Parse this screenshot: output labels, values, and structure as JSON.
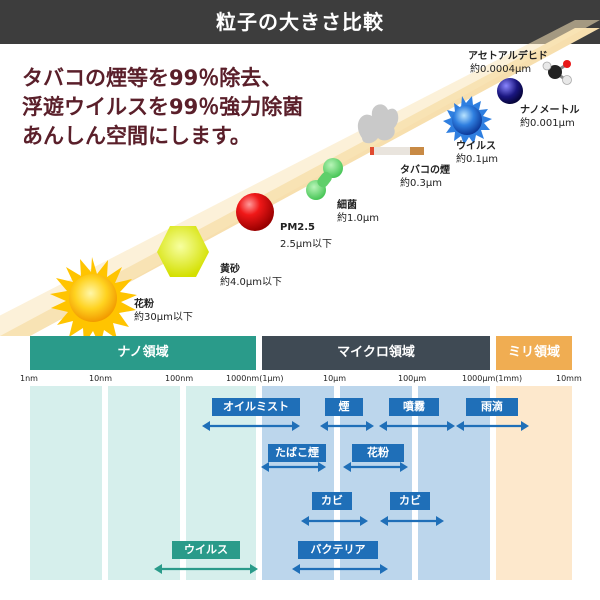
{
  "title": "粒子の大きさ比較",
  "headline": [
    "タバコの煙等を99％除去、",
    "浮遊ウイルスを99％強力除菌",
    "あんしん空間にします。"
  ],
  "particles": [
    {
      "name": "アセトアルデヒド",
      "size": "約0.0004μm"
    },
    {
      "name": "ナノメートル",
      "size": "約0.001μm"
    },
    {
      "name": "ウイルス",
      "size": "約0.1μm"
    },
    {
      "name": "タバコの煙",
      "size": "約0.3μm"
    },
    {
      "name": "細菌",
      "size": "約1.0μm"
    },
    {
      "name": "PM2.5",
      "size": "2.5μm以下"
    },
    {
      "name": "黄砂",
      "size": "約4.0μm以下"
    },
    {
      "name": "花粉",
      "size": "約30μm以下"
    }
  ],
  "ranges": [
    {
      "label": "ナノ領域",
      "color": "#2a9b8a"
    },
    {
      "label": "マイクロ領域",
      "color": "#3f4a54"
    },
    {
      "label": "ミリ領域",
      "color": "#f0ad52"
    }
  ],
  "ticks": [
    "1nm",
    "10nm",
    "100nm",
    "1000nm(1μm)",
    "10μm",
    "100μm",
    "1000μm(1mm)",
    "10mm"
  ],
  "items": [
    {
      "label": "オイルミスト"
    },
    {
      "label": "煙"
    },
    {
      "label": "噴霧"
    },
    {
      "label": "雨滴"
    },
    {
      "label": "たばこ煙"
    },
    {
      "label": "花粉"
    },
    {
      "label": "カビ"
    },
    {
      "label": "カビ"
    },
    {
      "label": "ウイルス"
    },
    {
      "label": "バクテリア"
    }
  ],
  "colors": {
    "title_bg": "#3d3d3d",
    "headline": "#5a1f2a",
    "ribbon": "#f7dfae",
    "nano_col": "#d6efec",
    "micro_col": "#bcd6ec",
    "milli_col": "#fde8cc",
    "arrow_blue": "#1f6fb8",
    "arrow_teal": "#2a9b8a"
  }
}
